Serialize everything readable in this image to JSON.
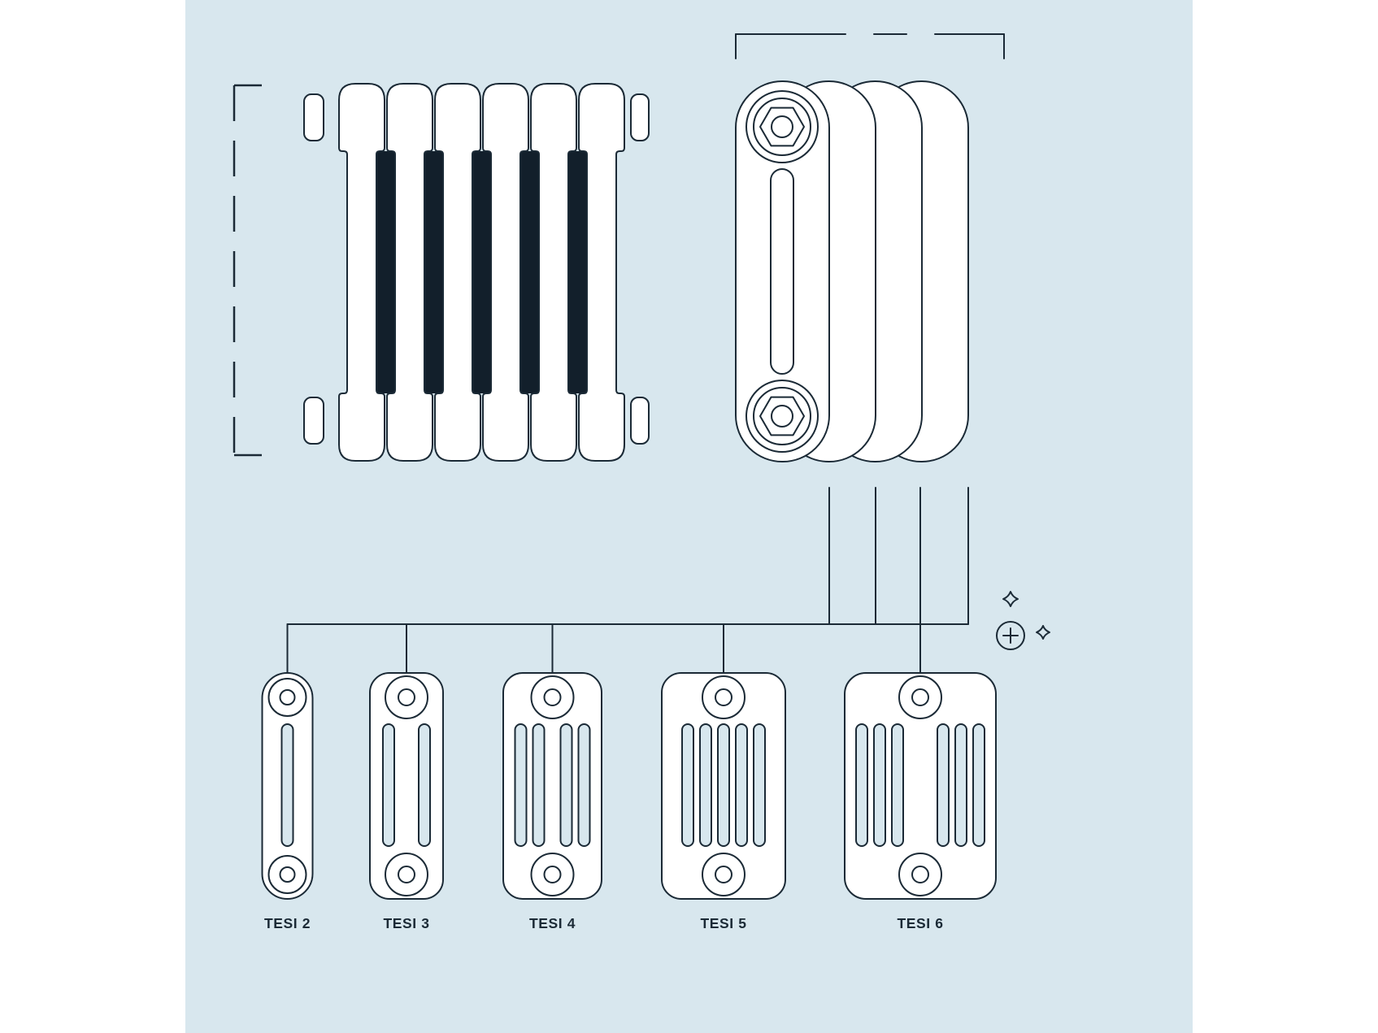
{
  "title": "Radiator column depth variants diagram",
  "colors": {
    "panel": "#d8e7ee",
    "line": "#1b2a36",
    "slot_dark": "#121f2b",
    "shape_fill": "#ffffff",
    "page_bg": "#ffffff"
  },
  "front_view": {
    "description": "radiator front elevation",
    "sections": 6
  },
  "side_view": {
    "description": "radiator side elevation showing column depth",
    "depth_layers": 4
  },
  "variants": {
    "items": [
      {
        "label": "TESI 2",
        "columns": 2
      },
      {
        "label": "TESI 3",
        "columns": 3
      },
      {
        "label": "TESI 4",
        "columns": 4
      },
      {
        "label": "TESI 5",
        "columns": 5
      },
      {
        "label": "TESI 6",
        "columns": 6
      }
    ]
  },
  "icons": {
    "plus_icon": "+",
    "sparkle_icon": "✦"
  }
}
